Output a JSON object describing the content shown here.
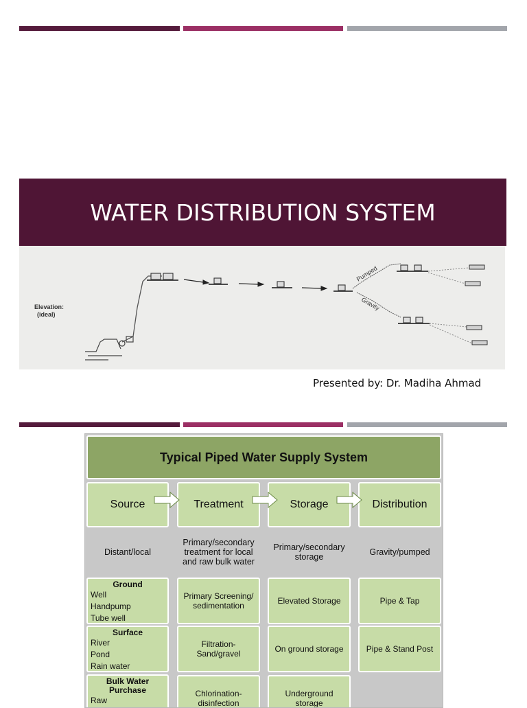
{
  "slide1": {
    "title": "WATER DISTRIBUTION SYSTEM",
    "presenter": "Presented by: Dr. Madiha Ahmad",
    "diagram": {
      "elevation_label_line1": "Elevation:",
      "elevation_label_line2": "(ideal)",
      "pumped_label": "Pumped",
      "gravity_label": "Gravity"
    }
  },
  "colors": {
    "bar_dark": "#551b3c",
    "bar_magenta": "#9b2f64",
    "bar_gray": "#a2a5ab",
    "title_band": "#4f1535",
    "cell_green": "#c7dca7",
    "header_green": "#8da565"
  },
  "slide2": {
    "table_title": "Typical Piped Water Supply System",
    "stages": [
      "Source",
      "Treatment",
      "Storage",
      "Distribution"
    ],
    "descriptions": [
      [
        "Distant/local"
      ],
      [
        "Primary/secondary",
        "treatment for local",
        "and raw bulk water"
      ],
      [
        "Primary/secondary",
        "storage"
      ],
      [
        "Gravity/pumped"
      ]
    ],
    "source_groups": [
      {
        "heading": [
          "Ground"
        ],
        "items": [
          "Well",
          "Handpump",
          "Tube well"
        ]
      },
      {
        "heading": [
          "Surface"
        ],
        "items": [
          "River",
          "Pond",
          "Rain water"
        ]
      },
      {
        "heading": [
          "Bulk Water",
          "Purchase"
        ],
        "items": [
          "Raw"
        ]
      }
    ],
    "treatment_items": [
      [
        "Primary Screening/",
        "sedimentation"
      ],
      [
        "Filtration-",
        "Sand/gravel"
      ],
      [
        "Chlorination-",
        "disinfection"
      ]
    ],
    "storage_items": [
      [
        "Elevated Storage"
      ],
      [
        "On ground storage"
      ],
      [
        "Underground",
        "storage"
      ]
    ],
    "distribution_items": [
      [
        "Pipe & Tap"
      ],
      [
        "Pipe & Stand Post"
      ]
    ]
  }
}
